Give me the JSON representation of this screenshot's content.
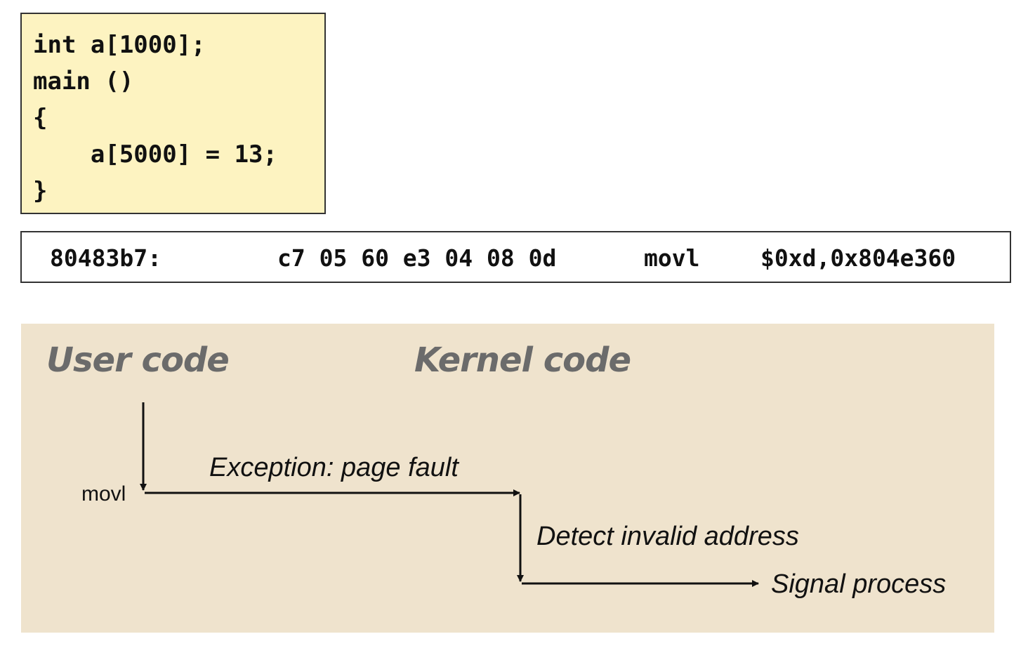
{
  "code": {
    "lines": [
      "int a[1000];",
      "main ()",
      "{",
      "    a[5000] = 13;",
      "}"
    ]
  },
  "assembly": {
    "address": "80483b7:",
    "bytes": "c7 05 60 e3 04 08 0d",
    "mnemonic": "movl",
    "operands": "$0xd,0x804e360"
  },
  "diagram": {
    "user_heading": "User code",
    "kernel_heading": "Kernel code",
    "instruction_label": "movl",
    "exception_label": "Exception: page fault",
    "detect_label": "Detect invalid address",
    "signal_label": "Signal process"
  }
}
